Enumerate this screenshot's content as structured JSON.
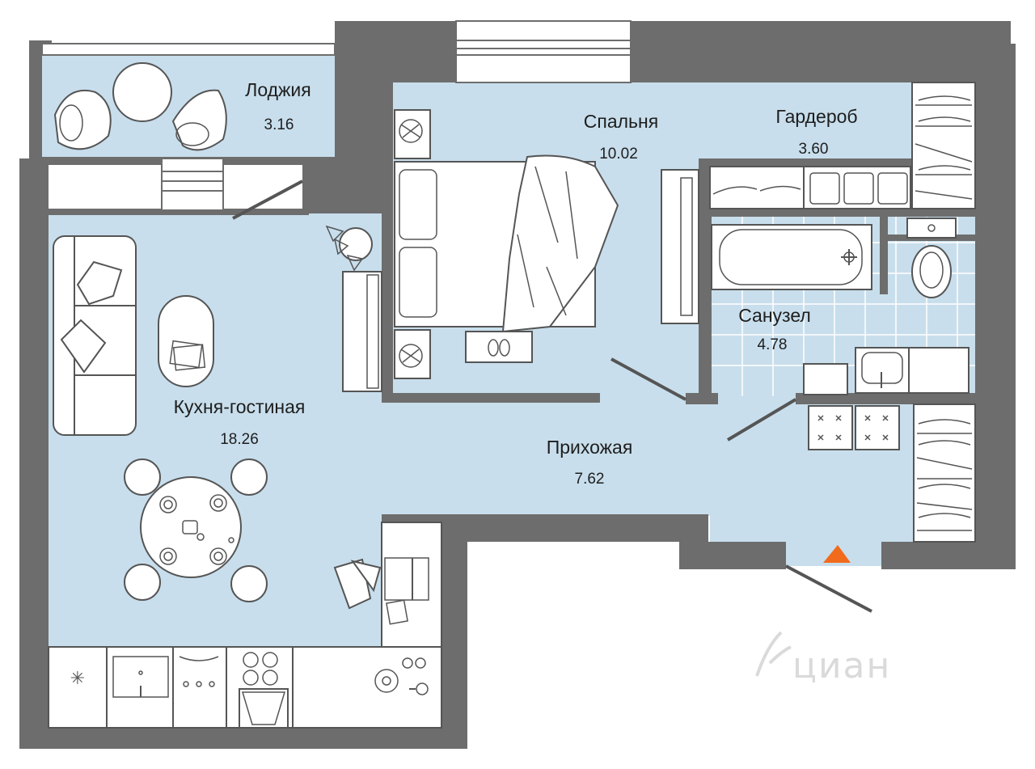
{
  "colors": {
    "wall": "#6d6d6d",
    "floor": "#c8deec",
    "floor_tile_line": "#ffffff",
    "furniture_stroke": "#555555",
    "entrance_marker": "#f26b1d",
    "watermark": "#d6d6d6"
  },
  "rooms": [
    {
      "id": "loggia",
      "name": "Лоджия",
      "area": "3.16"
    },
    {
      "id": "bedroom",
      "name": "Спальня",
      "area": "10.02"
    },
    {
      "id": "wardrobe",
      "name": "Гардероб",
      "area": "3.60"
    },
    {
      "id": "bathroom",
      "name": "Санузел",
      "area": "4.78"
    },
    {
      "id": "kitchen_living",
      "name": "Кухня-гостиная",
      "area": "18.26"
    },
    {
      "id": "hallway",
      "name": "Прихожая",
      "area": "7.62"
    }
  ],
  "watermark": {
    "text": "циан",
    "icon": "cian-logo-icon"
  },
  "entrance": {
    "icon": "entrance-arrow-icon"
  }
}
